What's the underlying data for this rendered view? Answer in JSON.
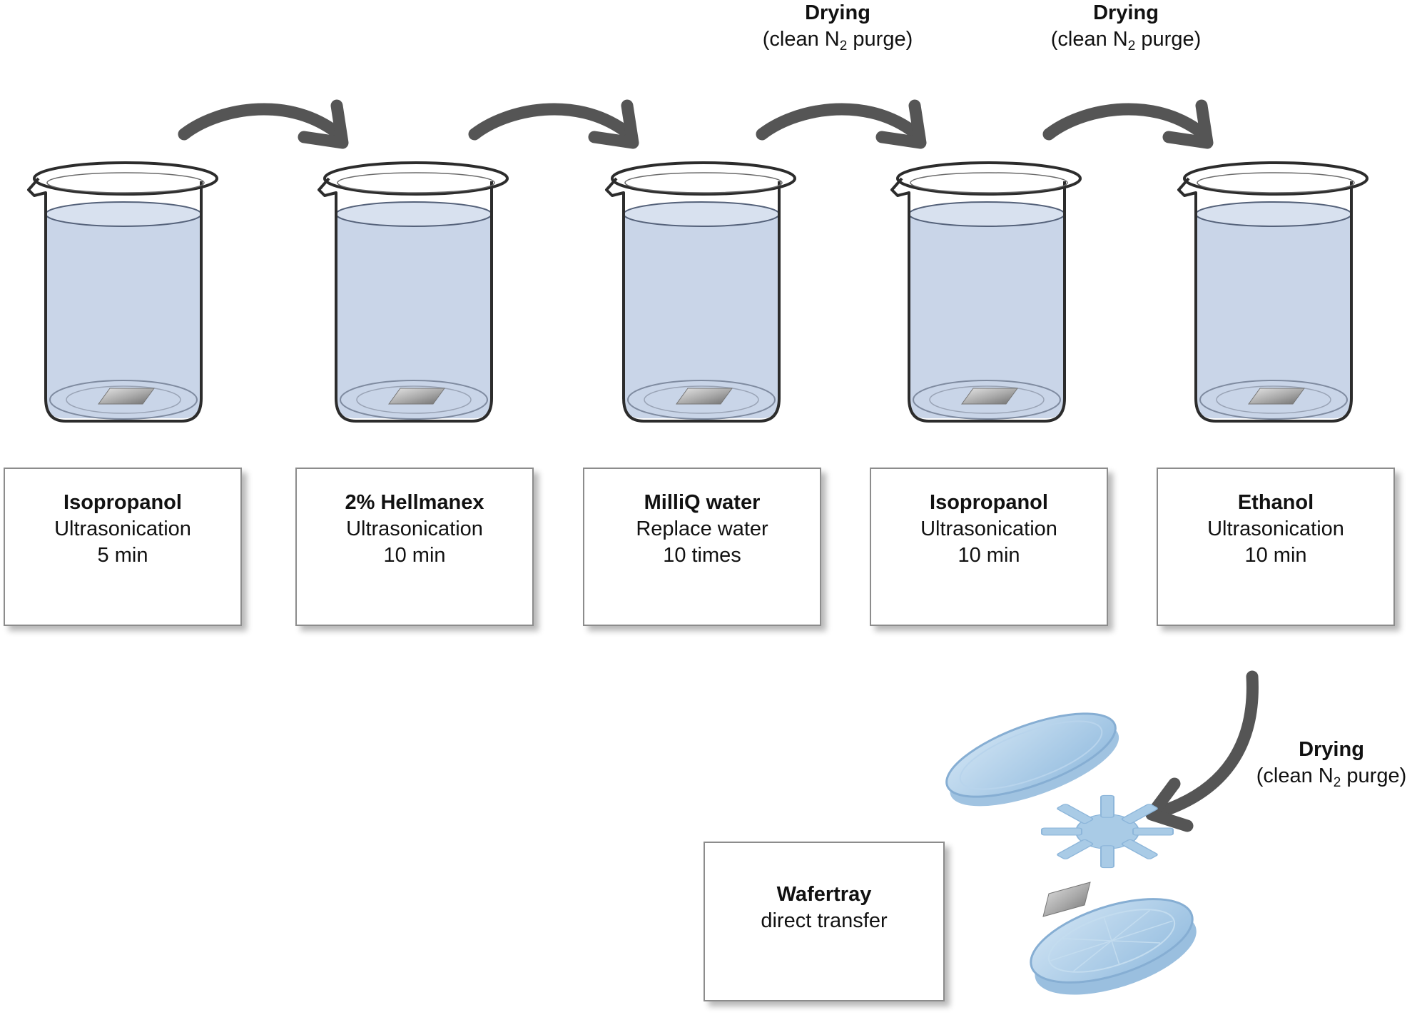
{
  "steps": [
    {
      "title": "Isopropanol",
      "line1": "Ultrasonication",
      "line2": "5 min"
    },
    {
      "title": "2% Hellmanex",
      "line1": "Ultrasonication",
      "line2": "10 min"
    },
    {
      "title": "MilliQ water",
      "line1": "Replace water",
      "line2": "10 times"
    },
    {
      "title": "Isopropanol",
      "line1": "Ultrasonication",
      "line2": "10 min"
    },
    {
      "title": "Ethanol",
      "line1": "Ultrasonication",
      "line2": "10 min"
    }
  ],
  "drying": [
    {
      "heading": "Drying",
      "desc_pre": "(clean N",
      "desc_sub": "2",
      "desc_post": " purge)"
    },
    {
      "heading": "Drying",
      "desc_pre": "(clean N",
      "desc_sub": "2",
      "desc_post": " purge)"
    },
    {
      "heading": "Drying",
      "desc_pre": "(clean N",
      "desc_sub": "2",
      "desc_post": " purge)"
    }
  ],
  "final": {
    "title": "Wafertray",
    "line1": "direct transfer"
  },
  "colors": {
    "liquid": "#c9d5e8",
    "arrow": "#555555",
    "tray": "#a9cbe6",
    "wafer": "#9c9c9c"
  }
}
